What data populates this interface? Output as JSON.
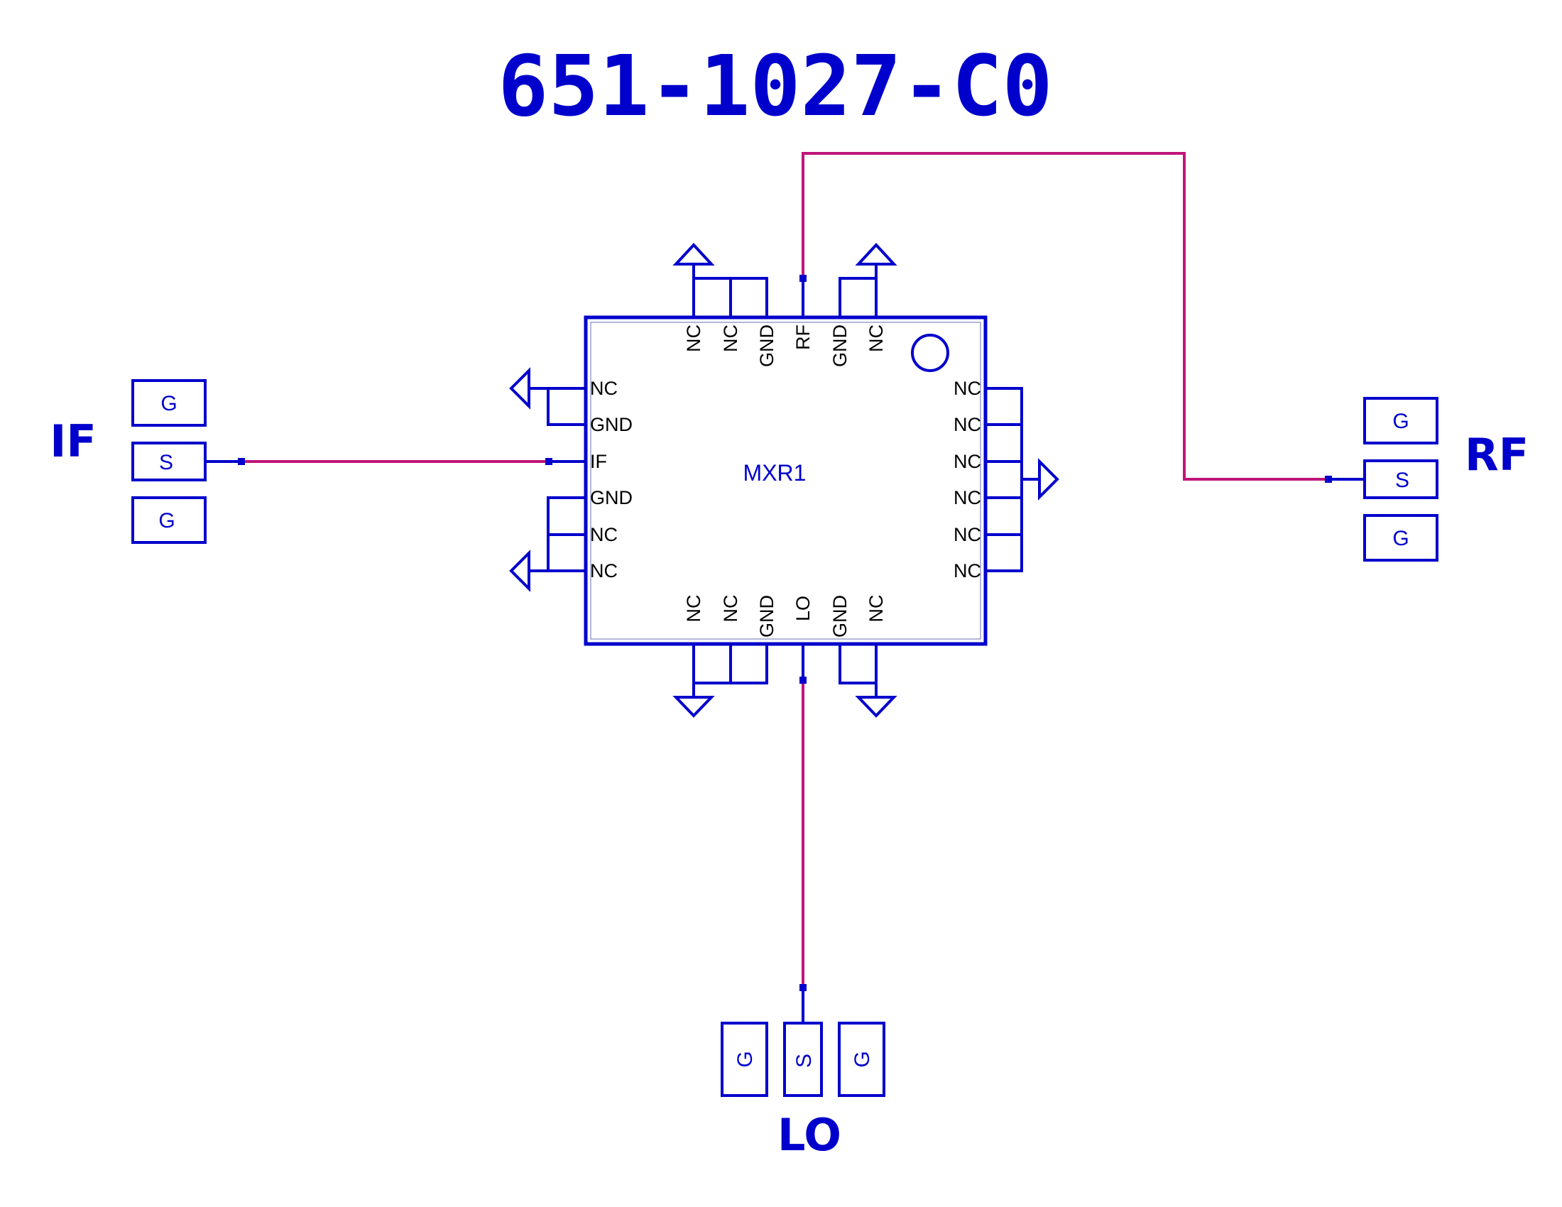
{
  "title": "651-1027-C0",
  "component": {
    "ref": "MXR1",
    "pins_top": [
      "NC",
      "NC",
      "GND",
      "RF",
      "GND",
      "NC"
    ],
    "pins_bottom": [
      "NC",
      "NC",
      "GND",
      "LO",
      "GND",
      "NC"
    ],
    "pins_left": [
      "NC",
      "GND",
      "IF",
      "GND",
      "NC",
      "NC"
    ],
    "pins_right": [
      "NC",
      "NC",
      "NC",
      "NC",
      "NC",
      "NC"
    ]
  },
  "ports": {
    "if": {
      "label": "IF",
      "pads": [
        "G",
        "S",
        "G"
      ]
    },
    "rf": {
      "label": "RF",
      "pads": [
        "G",
        "S",
        "G"
      ]
    },
    "lo": {
      "label": "LO",
      "pads": [
        "G",
        "S",
        "G"
      ]
    }
  },
  "colors": {
    "schematic": "#0000cc",
    "net": "#c0157a"
  }
}
